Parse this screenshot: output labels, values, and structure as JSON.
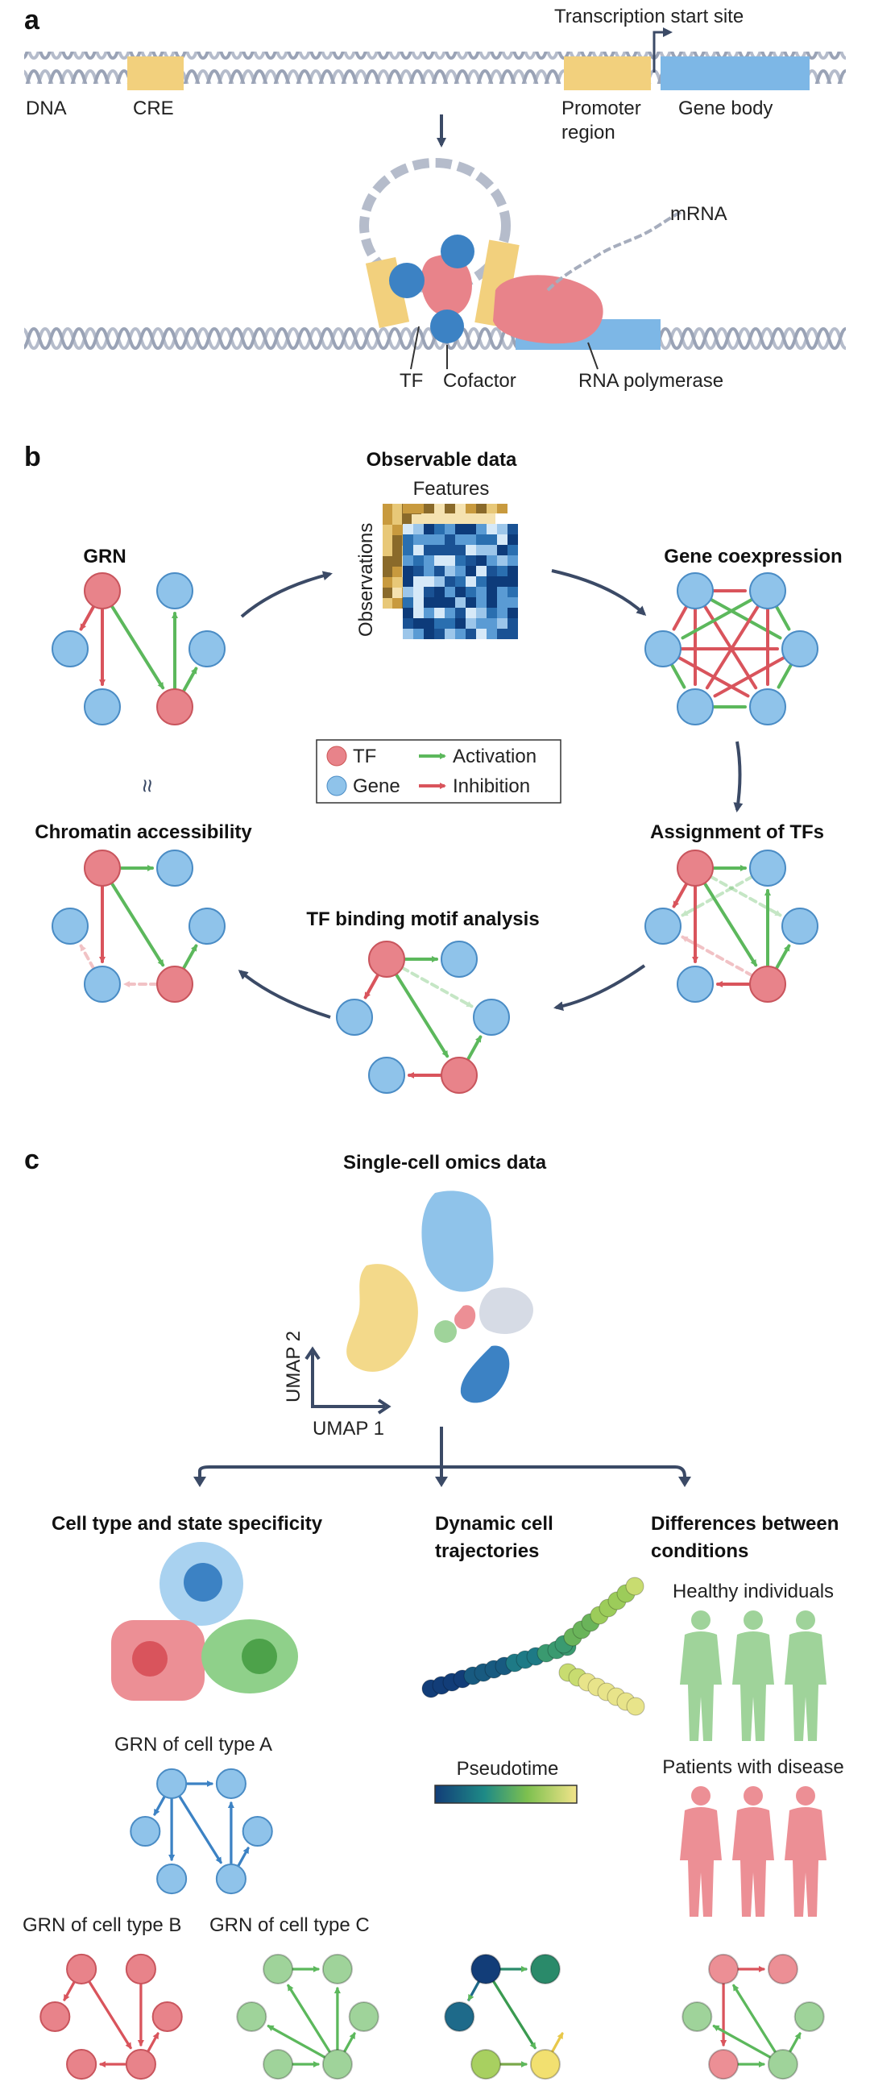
{
  "panels": {
    "a": "a",
    "b": "b",
    "c": "c"
  },
  "panel_a": {
    "dna": "DNA",
    "cre": "CRE",
    "tss": "Transcription start site",
    "promoter_l1": "Promoter",
    "promoter_l2": "region",
    "gene_body": "Gene body",
    "mrna": "mRNA",
    "tf": "TF",
    "cofactor": "Cofactor",
    "polymerase": "RNA polymerase"
  },
  "panel_b": {
    "observable": "Observable data",
    "features": "Features",
    "observations": "Observations",
    "grn": "GRN",
    "coexpression": "Gene coexpression",
    "assignment": "Assignment of TFs",
    "motif": "TF binding motif analysis",
    "chromatin": "Chromatin accessibility",
    "approx": "≈",
    "legend": {
      "tf": "TF",
      "gene": "Gene",
      "activation": "Activation",
      "inhibition": "Inhibition"
    }
  },
  "panel_c": {
    "title": "Single-cell omics data",
    "umap1": "UMAP 1",
    "umap2": "UMAP 2",
    "specificity": "Cell type and state specificity",
    "dynamic_l1": "Dynamic cell",
    "dynamic_l2": "trajectories",
    "differences_l1": "Differences between",
    "differences_l2": "conditions",
    "grn_a": "GRN of cell type A",
    "grn_b": "GRN of cell type B",
    "grn_c": "GRN of cell type C",
    "pseudotime": "Pseudotime",
    "healthy": "Healthy individuals",
    "patients": "Patients with disease"
  },
  "colors": {
    "tf": "#e8838a",
    "gene": "#8fc3ea",
    "activation": "#5cb85c",
    "inhibition": "#d9545c",
    "cre": "#f2d07d",
    "gene_body": "#7db7e6",
    "arrow": "#3b4a66",
    "cluster_blue": "#8fc3ea",
    "cluster_yellow": "#f3d98a",
    "cluster_grey": "#d6dbe5",
    "cluster_dark": "#3c82c4",
    "healthy": "#9fd39a",
    "disease": "#ec8f95"
  }
}
